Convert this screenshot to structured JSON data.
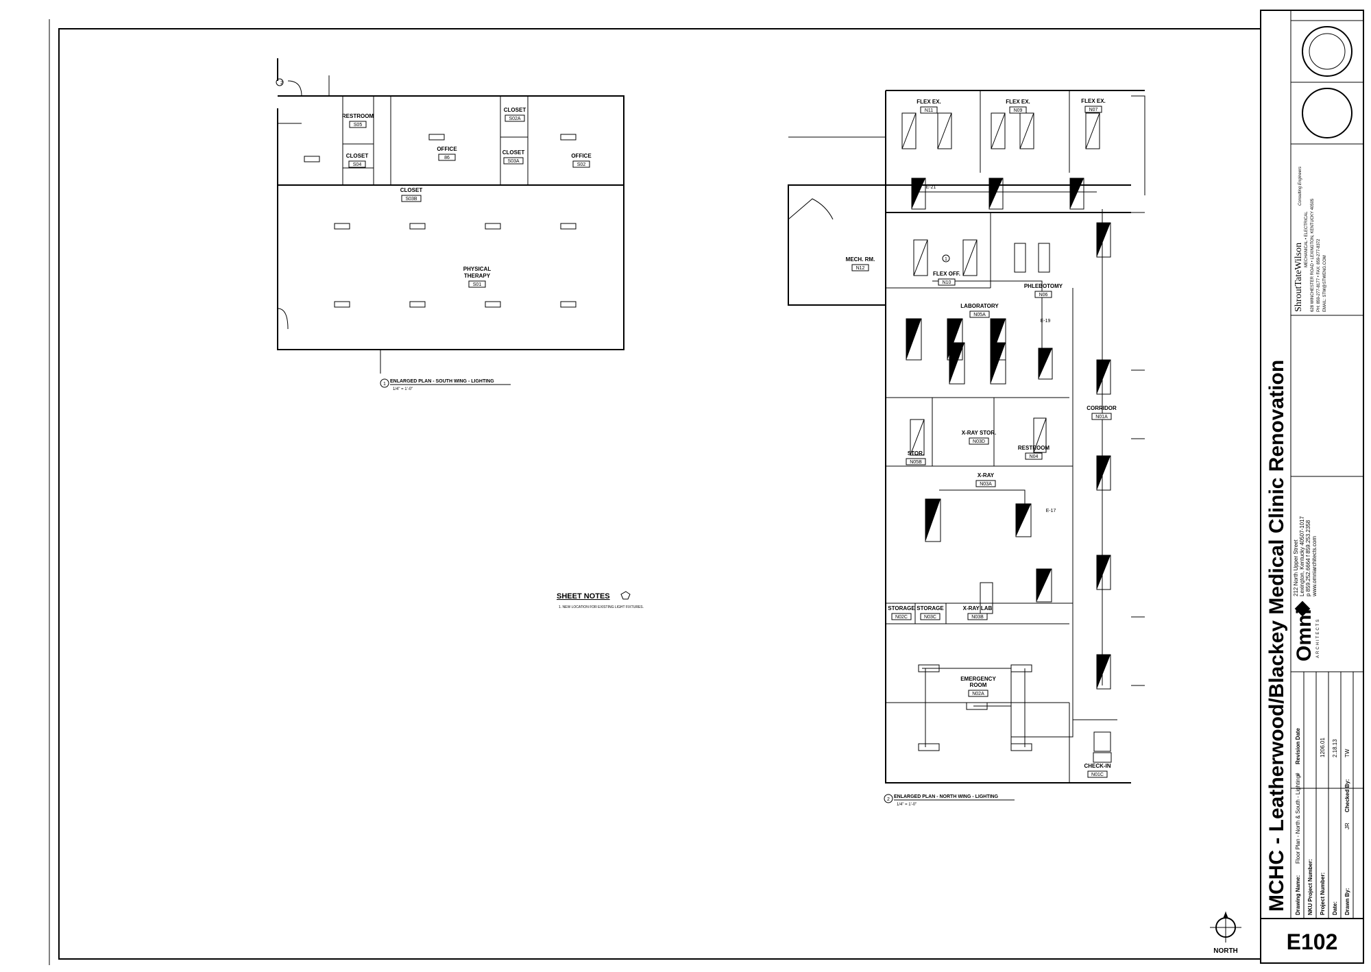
{
  "title_block": {
    "project_title": "MCHC - Leatherwood/Blackey Medical Clinic Renovation",
    "drawing_name_label": "Drawing Name:",
    "drawing_name_value": "Floor Plan - North & South - Lighting",
    "nku_label": "NKU Project Number:",
    "nku_value": "",
    "project_number_label": "Project Number:",
    "project_number_value": "1206.01",
    "date_label": "Date:",
    "date_value": "2.18.13",
    "drawn_by_label": "Drawn By:",
    "drawn_by_value": "JR",
    "checked_by_label": "Checked By:",
    "checked_by_value": "TW",
    "revision_hash": "#",
    "revision_date_label": "Revision Date",
    "sheet_number": "E102",
    "architect_name": "Omni",
    "architect_sub": "ARCHITECTS",
    "architect_address": "212 North Upper Street",
    "architect_city": "Lexington, Kentucky 40507-1017",
    "architect_phone": "p 859.252.6664 f 859.253.2358",
    "architect_web": "www.omniarchitects.com",
    "engineer_name": "ShroutTateWilson",
    "engineer_sub1": "Consulting Engineers",
    "engineer_sub2": "MECHANICAL • ELECTRICAL",
    "engineer_address": "628 WINCHESTER ROAD • LEXINGTON, KENTUCKY 40505",
    "engineer_phone": "PH: 859-277-8177 • FAX: 859-277-8372",
    "engineer_email": "EMAIL: STW@STWENG.COM"
  },
  "north_arrow_label": "NORTH",
  "sheet_notes": {
    "title": "SHEET NOTES",
    "items": [
      "1.   NEW LOCATION FOR EXISTING LIGHT FIXTURES."
    ]
  },
  "plans": {
    "south": {
      "number": "1",
      "title": "ENLARGED PLAN - SOUTH WING - LIGHTING",
      "scale": "1/4\" = 1'-0\"",
      "rooms": [
        {
          "name": "RESTROOM",
          "tag": "S05"
        },
        {
          "name": "CLOSET",
          "tag": "S04"
        },
        {
          "name": "CLOSET",
          "tag": "S03B"
        },
        {
          "name": "OFFICE",
          "tag": "86"
        },
        {
          "name": "CLOSET",
          "tag": "S02A"
        },
        {
          "name": "CLOSET",
          "tag": "S03A"
        },
        {
          "name": "OFFICE",
          "tag": "S02"
        },
        {
          "name": "PHYSICAL\nTHERAPY",
          "tag": "S01"
        }
      ]
    },
    "north": {
      "number": "2",
      "title": "ENLARGED PLAN - NORTH WING - LIGHTING",
      "scale": "1/4\" = 1'-0\"",
      "rooms": [
        {
          "name": "FLEX EX.",
          "tag": "N11"
        },
        {
          "name": "FLEX EX.",
          "tag": "N09"
        },
        {
          "name": "FLEX EX.",
          "tag": "N07"
        },
        {
          "name": "MECH. RM.",
          "tag": "N12"
        },
        {
          "name": "FLEX OFF.",
          "tag": "N10"
        },
        {
          "name": "PHLEBOTOMY",
          "tag": "N06"
        },
        {
          "name": "LABORATORY",
          "tag": "N05A"
        },
        {
          "name": "CORRIDOR",
          "tag": "N01A"
        },
        {
          "name": "STOR.",
          "tag": "N05B"
        },
        {
          "name": "X-RAY STOR.",
          "tag": "N03D"
        },
        {
          "name": "RESTROOM",
          "tag": "N04"
        },
        {
          "name": "X-RAY",
          "tag": "N03A"
        },
        {
          "name": "STORAGE",
          "tag": "N02C"
        },
        {
          "name": "STORAGE",
          "tag": "N03C"
        },
        {
          "name": "X-RAY LAB",
          "tag": "N03B"
        },
        {
          "name": "EMERGENCY\nROOM",
          "tag": "N02A"
        },
        {
          "name": "CHECK-IN",
          "tag": "N01C"
        }
      ],
      "circuit_labels": [
        "E-21",
        "E-19",
        "E-17"
      ]
    }
  }
}
